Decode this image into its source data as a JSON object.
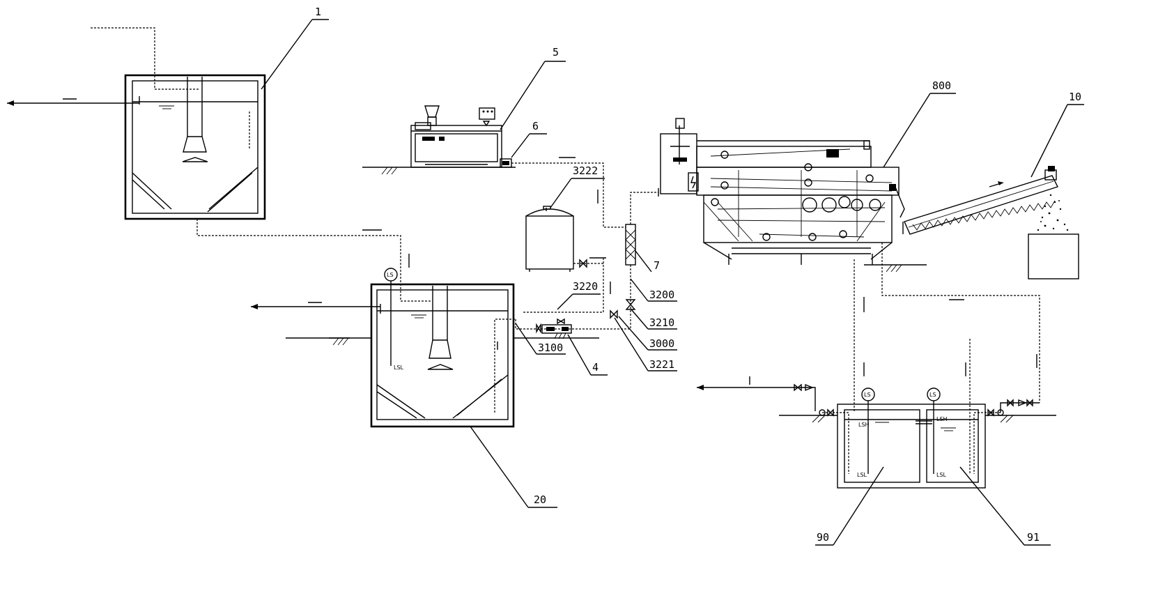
{
  "labels": {
    "l1": "1",
    "l5": "5",
    "l6": "6",
    "l800": "800",
    "l10": "10",
    "l3222": "3222",
    "l7": "7",
    "l3200": "3200",
    "l3220": "3220",
    "l3210": "3210",
    "l3000": "3000",
    "l3100": "3100",
    "l4": "4",
    "l3221": "3221",
    "l20": "20",
    "l90": "90",
    "l91": "91"
  },
  "sensors": {
    "ls": "LS",
    "lsl": "LSL",
    "lsh": "LSH"
  }
}
